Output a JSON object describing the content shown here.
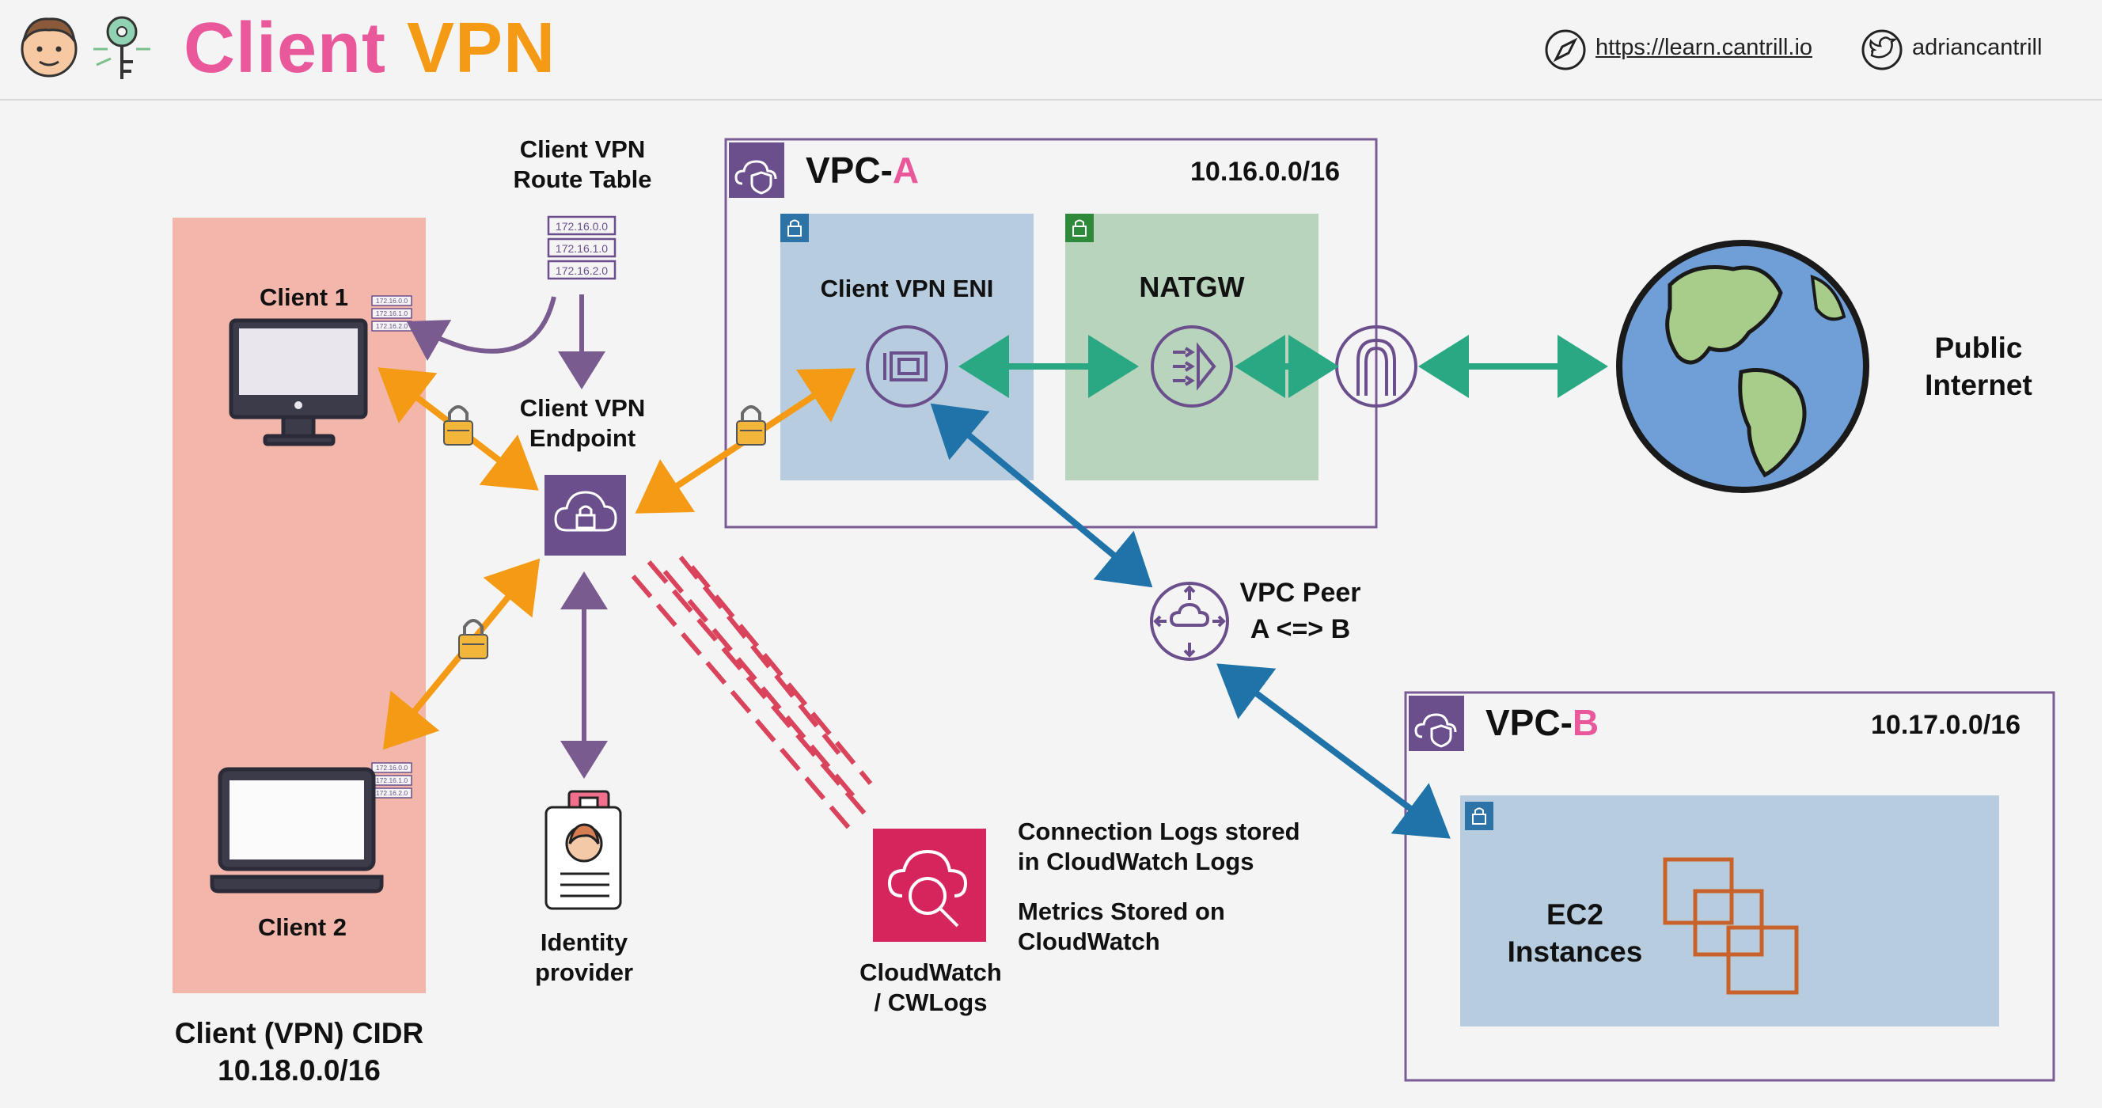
{
  "header": {
    "title_part1": "Client",
    "title_part2": "VPN",
    "link": "https://learn.cantrill.io",
    "twitter": "adriancantrill"
  },
  "clients": {
    "client1": "Client 1",
    "client2": "Client 2",
    "cidr_label": "Client (VPN) CIDR",
    "cidr_value": "10.18.0.0/16"
  },
  "route_table": {
    "title_line1": "Client VPN",
    "title_line2": "Route Table",
    "entries": [
      "172.16.0.0",
      "172.16.1.0",
      "172.16.2.0"
    ]
  },
  "endpoint": {
    "line1": "Client VPN",
    "line2": "Endpoint"
  },
  "identity": {
    "line1": "Identity",
    "line2": "provider"
  },
  "cloudwatch": {
    "line1": "CloudWatch",
    "line2": "/ CWLogs",
    "note1_line1": "Connection Logs stored",
    "note1_line2": "in CloudWatch Logs",
    "note2_line1": "Metrics Stored on",
    "note2_line2": "CloudWatch"
  },
  "vpc_a": {
    "name_prefix": "VPC-",
    "name_suffix": "A",
    "cidr": "10.16.0.0/16",
    "eni_label": "Client VPN ENI",
    "natgw_label": "NATGW"
  },
  "internet": {
    "line1": "Public",
    "line2": "Internet"
  },
  "peer": {
    "line1": "VPC Peer",
    "line2": "A <=> B"
  },
  "vpc_b": {
    "name_prefix": "VPC-",
    "name_suffix": "B",
    "cidr": "10.17.0.0/16",
    "ec2_line1": "EC2",
    "ec2_line2": "Instances"
  },
  "colors": {
    "orange": "#f59a14",
    "purple": "#7a5b8f",
    "green": "#2aa883",
    "blue": "#1f73a8",
    "red_dash": "#d9445c",
    "vpc_border": "#7a5b96",
    "client_bg": "#f2b6ab",
    "eni_bg": "#b7cddf",
    "natgw_bg": "#b9d4bd",
    "ec2_bg": "#b7cddf",
    "pink_title": "#e9589a"
  }
}
